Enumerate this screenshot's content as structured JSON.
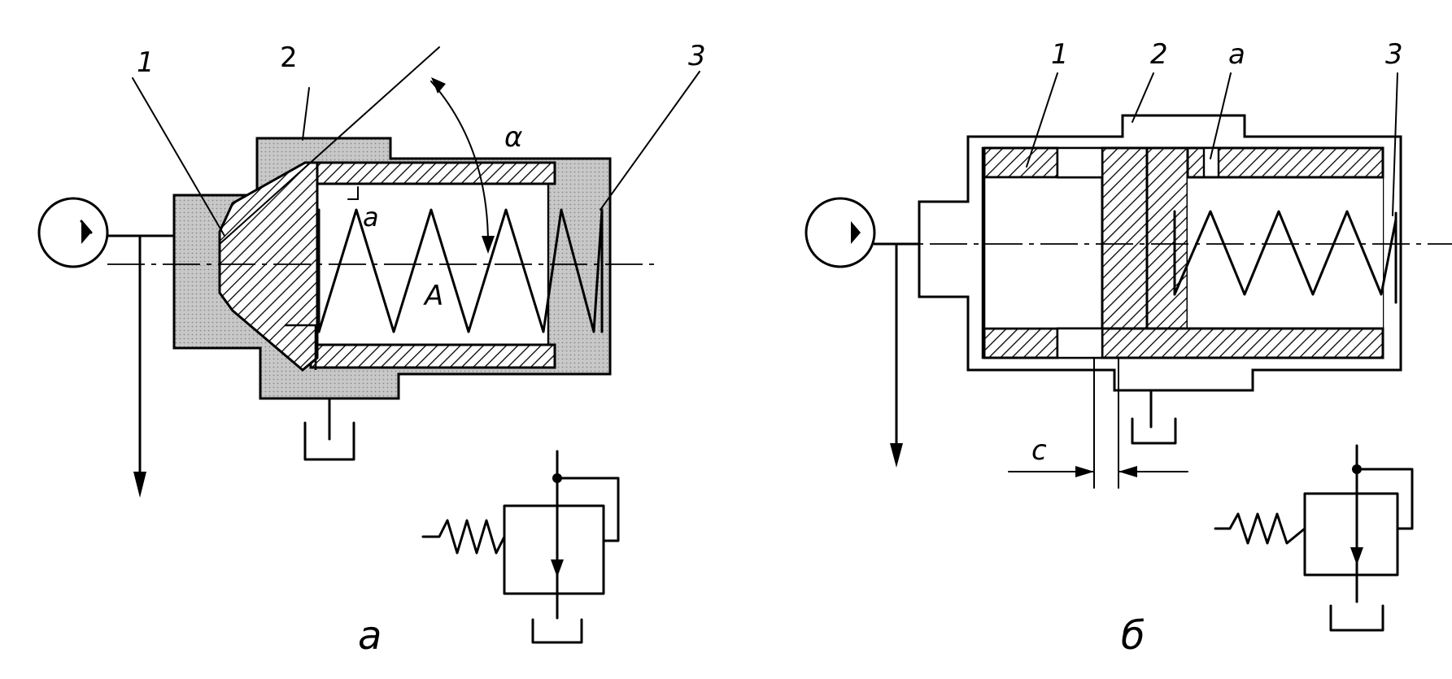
{
  "diagram_a": {
    "caption": "а",
    "labels": {
      "part1": "1",
      "part2": "2",
      "part3": "3",
      "angle": "α",
      "gap": "a",
      "area": "A"
    }
  },
  "diagram_b": {
    "caption": "б",
    "labels": {
      "part1": "1",
      "part2": "2",
      "port": "a",
      "part3": "3",
      "clearance": "c"
    }
  },
  "colors": {
    "ink": "#000000",
    "shade": "#c8c8c8",
    "paper": "#ffffff"
  }
}
